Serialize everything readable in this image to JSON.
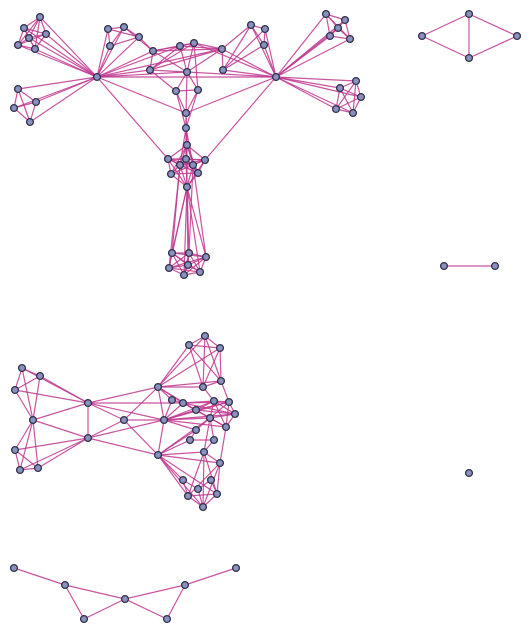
{
  "colors": {
    "background": "#ffffff",
    "edge": "#c0368e",
    "node_fill": "#8a90c0",
    "node_stroke": "#2e3148"
  },
  "nodes": [
    {
      "id": "a1"
    },
    {
      "id": "a2"
    },
    {
      "id": "a3"
    },
    {
      "id": "a4"
    },
    {
      "id": "a5"
    },
    {
      "id": "a6"
    },
    {
      "id": "b1"
    },
    {
      "id": "b2"
    },
    {
      "id": "b3"
    },
    {
      "id": "b4"
    },
    {
      "id": "h1"
    },
    {
      "id": "c1"
    },
    {
      "id": "c2"
    },
    {
      "id": "c3"
    },
    {
      "id": "c4"
    },
    {
      "id": "d1"
    },
    {
      "id": "d2"
    },
    {
      "id": "d3"
    },
    {
      "id": "d4"
    },
    {
      "id": "d5"
    },
    {
      "id": "d6"
    },
    {
      "id": "d7"
    },
    {
      "id": "d8"
    },
    {
      "id": "e1"
    },
    {
      "id": "e2"
    },
    {
      "id": "e3"
    },
    {
      "id": "e4"
    },
    {
      "id": "f1"
    },
    {
      "id": "f2"
    },
    {
      "id": "f3"
    },
    {
      "id": "f4"
    },
    {
      "id": "f5"
    },
    {
      "id": "h2"
    },
    {
      "id": "g1"
    },
    {
      "id": "g2"
    },
    {
      "id": "g3"
    },
    {
      "id": "g4"
    },
    {
      "id": "g5"
    },
    {
      "id": "m1"
    },
    {
      "id": "m2"
    },
    {
      "id": "m3"
    },
    {
      "id": "i1"
    },
    {
      "id": "i2"
    },
    {
      "id": "i3"
    },
    {
      "id": "i4"
    },
    {
      "id": "i5"
    },
    {
      "id": "i6"
    },
    {
      "id": "i7"
    },
    {
      "id": "i8"
    },
    {
      "id": "j1"
    },
    {
      "id": "j2"
    },
    {
      "id": "j3"
    },
    {
      "id": "j4"
    },
    {
      "id": "j5"
    },
    {
      "id": "j6"
    },
    {
      "id": "j7"
    },
    {
      "id": "k1"
    },
    {
      "id": "k2"
    },
    {
      "id": "k3"
    },
    {
      "id": "k4"
    },
    {
      "id": "k5"
    },
    {
      "id": "k6"
    },
    {
      "id": "q1"
    },
    {
      "id": "q2"
    },
    {
      "id": "q3"
    },
    {
      "id": "q4"
    },
    {
      "id": "l1"
    },
    {
      "id": "l2"
    },
    {
      "id": "l3"
    },
    {
      "id": "l4"
    },
    {
      "id": "l5"
    },
    {
      "id": "l6"
    },
    {
      "id": "n1"
    },
    {
      "id": "n2"
    },
    {
      "id": "n3"
    },
    {
      "id": "n4"
    },
    {
      "id": "n5"
    },
    {
      "id": "n6"
    },
    {
      "id": "n7"
    },
    {
      "id": "n8"
    },
    {
      "id": "o1"
    },
    {
      "id": "o2"
    },
    {
      "id": "o3"
    },
    {
      "id": "o4"
    },
    {
      "id": "o5"
    },
    {
      "id": "o6"
    },
    {
      "id": "p1"
    },
    {
      "id": "p2"
    },
    {
      "id": "p3"
    },
    {
      "id": "p4"
    },
    {
      "id": "p5"
    },
    {
      "id": "p6"
    },
    {
      "id": "p7"
    },
    {
      "id": "r1"
    },
    {
      "id": "r2"
    },
    {
      "id": "r3"
    },
    {
      "id": "r4"
    },
    {
      "id": "s1"
    },
    {
      "id": "s2"
    },
    {
      "id": "t1"
    },
    {
      "id": "u1"
    },
    {
      "id": "u2"
    },
    {
      "id": "u3"
    },
    {
      "id": "u4"
    },
    {
      "id": "u5"
    },
    {
      "id": "u6"
    },
    {
      "id": "u7"
    }
  ]
}
